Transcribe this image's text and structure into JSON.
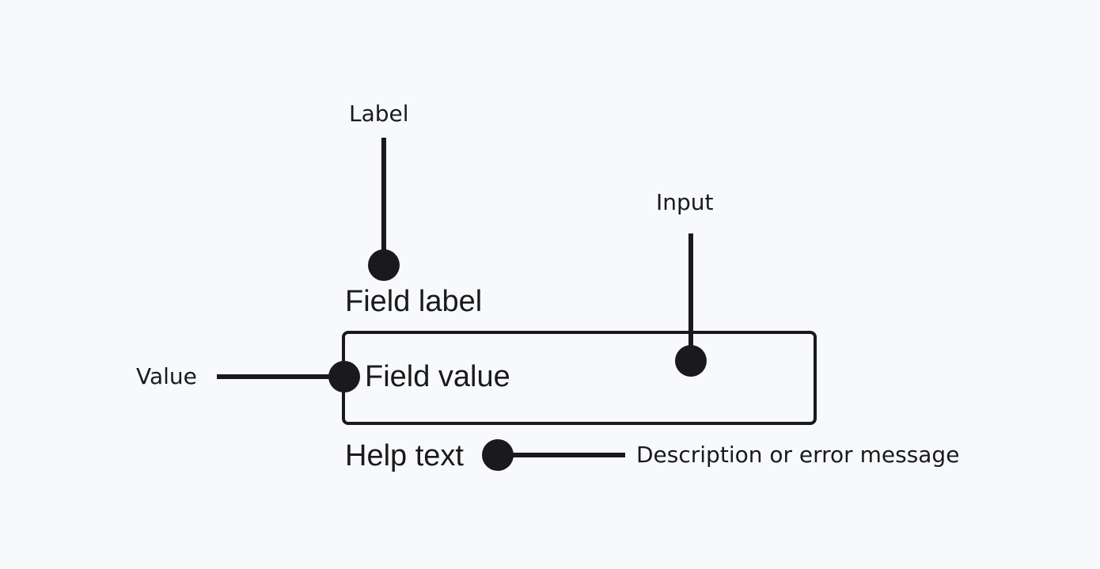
{
  "annotations": {
    "label": "Label",
    "input": "Input",
    "value": "Value",
    "help": "Description or error message"
  },
  "field": {
    "label": "Field label",
    "value": "Field value",
    "help_text": "Help text"
  },
  "colors": {
    "background": "#f8f9fb",
    "ink": "#1a1a1c"
  }
}
